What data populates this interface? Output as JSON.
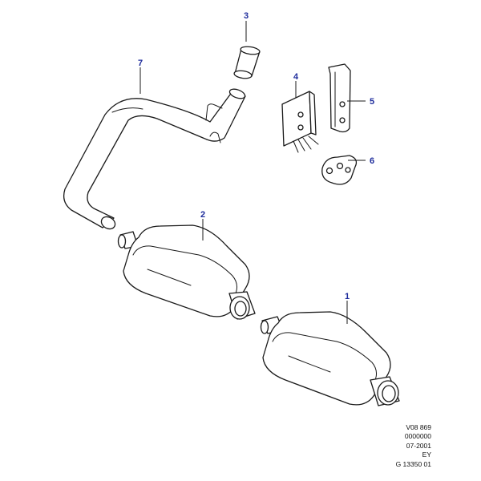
{
  "callouts": [
    {
      "id": "1",
      "part": "rear-muffler"
    },
    {
      "id": "2",
      "part": "front-muffler"
    },
    {
      "id": "3",
      "part": "sleeve"
    },
    {
      "id": "4",
      "part": "bracket"
    },
    {
      "id": "5",
      "part": "hanger-bracket"
    },
    {
      "id": "6",
      "part": "mounting-plate"
    },
    {
      "id": "7",
      "part": "intermediate-pipe"
    }
  ],
  "reference": [
    "V08 869",
    "0000000",
    "07-2001",
    "EY",
    "G 13350 01"
  ],
  "colors": {
    "callout": "#1f2d9c",
    "line": "#1a1a1a",
    "background": "#ffffff"
  }
}
